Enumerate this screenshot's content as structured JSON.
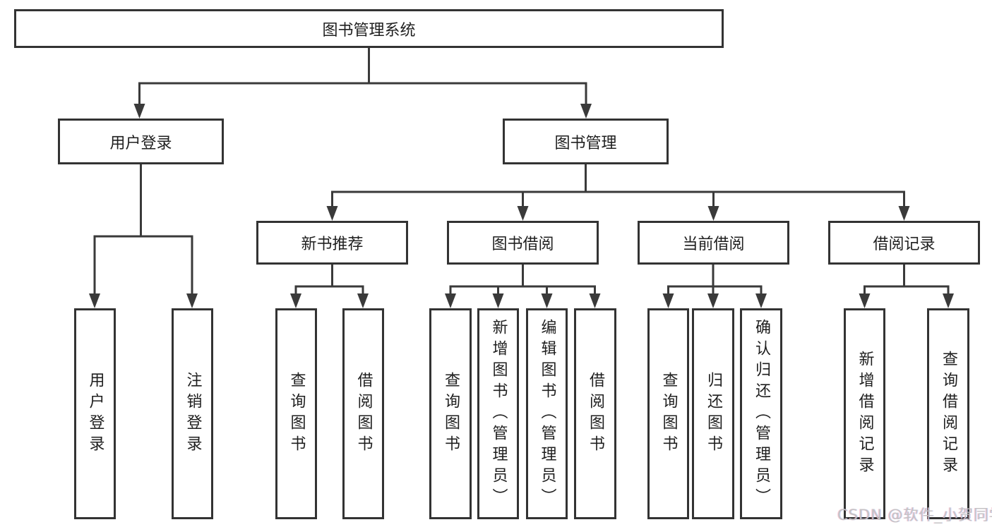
{
  "diagram": {
    "root": {
      "label": "图书管理系统"
    },
    "branches": [
      {
        "label": "用户登录",
        "children": [
          {
            "label": "用户登录"
          },
          {
            "label": "注销登录"
          }
        ]
      },
      {
        "label": "图书管理",
        "children": [
          {
            "label": "新书推荐",
            "children": [
              {
                "label": "查询图书"
              },
              {
                "label": "借阅图书"
              }
            ]
          },
          {
            "label": "图书借阅",
            "children": [
              {
                "label": "查询图书"
              },
              {
                "label": "新增图书（管理员）"
              },
              {
                "label": "编辑图书（管理员）"
              },
              {
                "label": "借阅图书"
              }
            ]
          },
          {
            "label": "当前借阅",
            "children": [
              {
                "label": "查询图书"
              },
              {
                "label": "归还图书"
              },
              {
                "label": "确认归还（管理员）"
              }
            ]
          },
          {
            "label": "借阅记录",
            "children": [
              {
                "label": "新增借阅记录"
              },
              {
                "label": "查询借阅记录"
              }
            ]
          }
        ]
      }
    ]
  },
  "watermark": {
    "text": "CSDN @软件_小贺同学"
  },
  "colors": {
    "line": "#3a3a3a",
    "border": "#333333",
    "text": "#1f1f1f",
    "background": "#ffffff",
    "watermark": "#c3c3c3"
  }
}
